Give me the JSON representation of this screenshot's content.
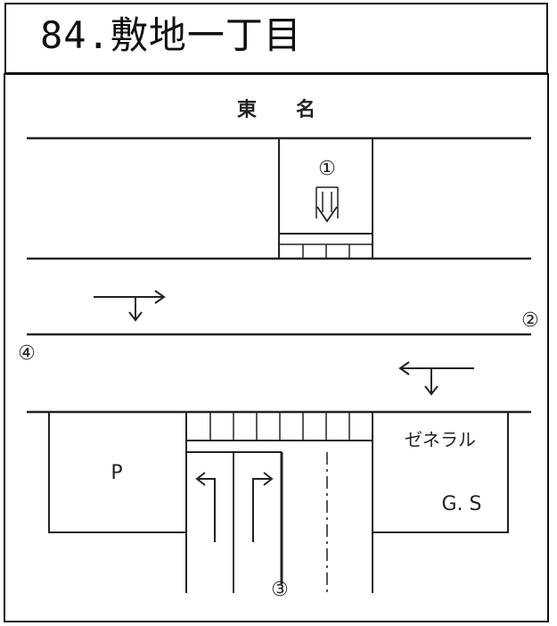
{
  "title": "84.敷地一丁目",
  "labels": {
    "road_name": "東　　名",
    "parking": "P",
    "station_name": "ゼネラル",
    "station_abbrev": "G. S"
  },
  "markers": {
    "m1": "①",
    "m2": "②",
    "m3": "③",
    "m4": "④"
  }
}
